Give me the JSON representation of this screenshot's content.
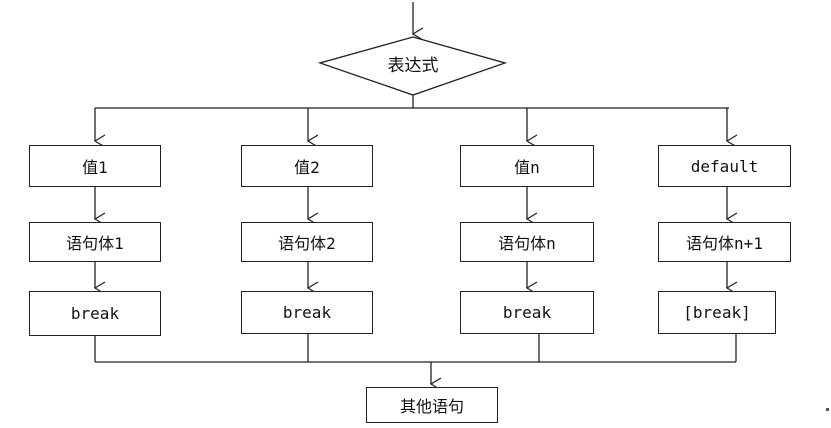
{
  "switch_expression": "表达式",
  "columns": [
    {
      "case_label": "值1",
      "statement": "语句体1",
      "break_label": "break"
    },
    {
      "case_label": "值2",
      "statement": "语句体2",
      "break_label": "break"
    },
    {
      "case_label": "值n",
      "statement": "语句体n",
      "break_label": "break"
    },
    {
      "case_label": "default",
      "statement": "语句体n+1",
      "break_label": "[break]"
    }
  ],
  "exit_statement": "其他语句"
}
